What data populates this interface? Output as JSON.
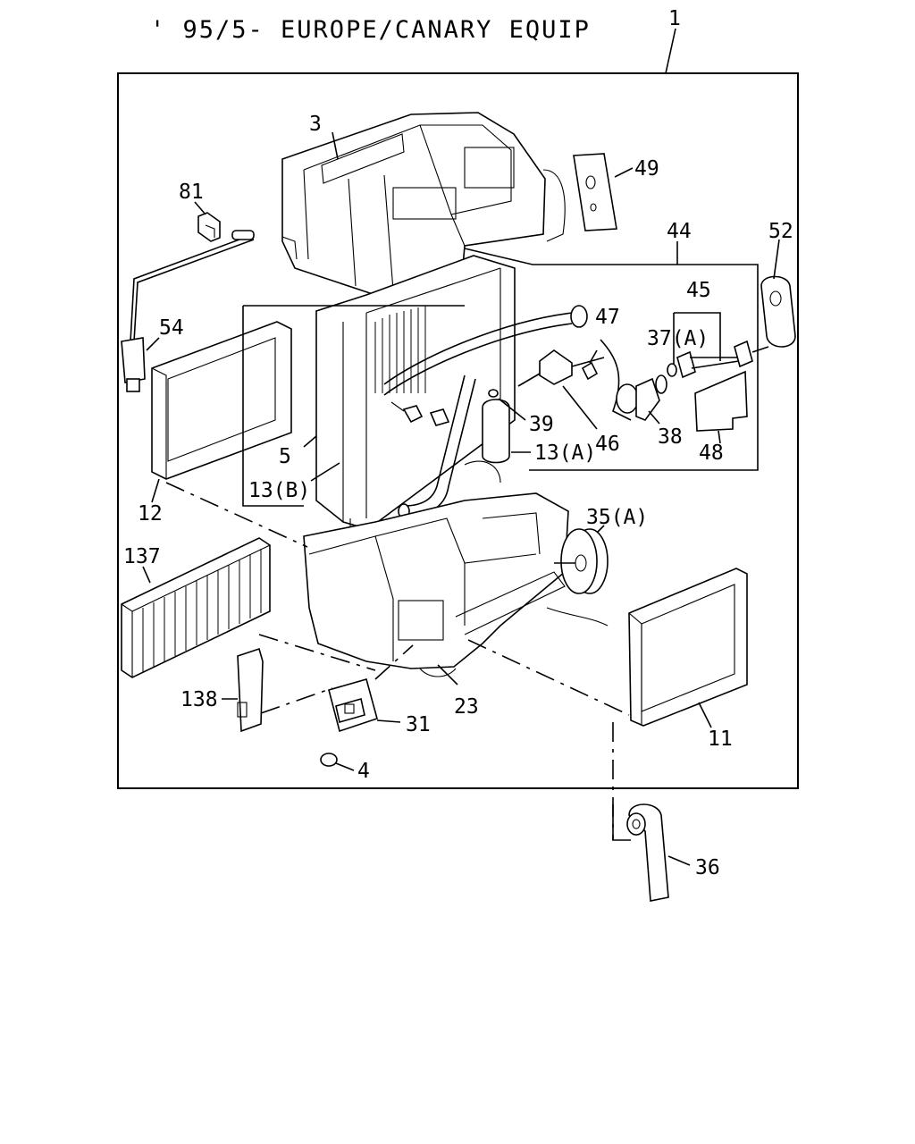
{
  "title": "' 95/5- EUROPE/CANARY EQUIP",
  "callouts": {
    "c1": "1",
    "c3": "3",
    "c49": "49",
    "c81": "81",
    "c44": "44",
    "c52": "52",
    "c45": "45",
    "c54": "54",
    "c47": "47",
    "c37a": "37(A)",
    "c39": "39",
    "c46": "46",
    "c38": "38",
    "c5": "5",
    "c13a": "13(A)",
    "c48": "48",
    "c13b": "13(B)",
    "c12": "12",
    "c35a": "35(A)",
    "c137": "137",
    "c138": "138",
    "c23": "23",
    "c31": "31",
    "c11": "11",
    "c4": "4",
    "c36": "36"
  }
}
